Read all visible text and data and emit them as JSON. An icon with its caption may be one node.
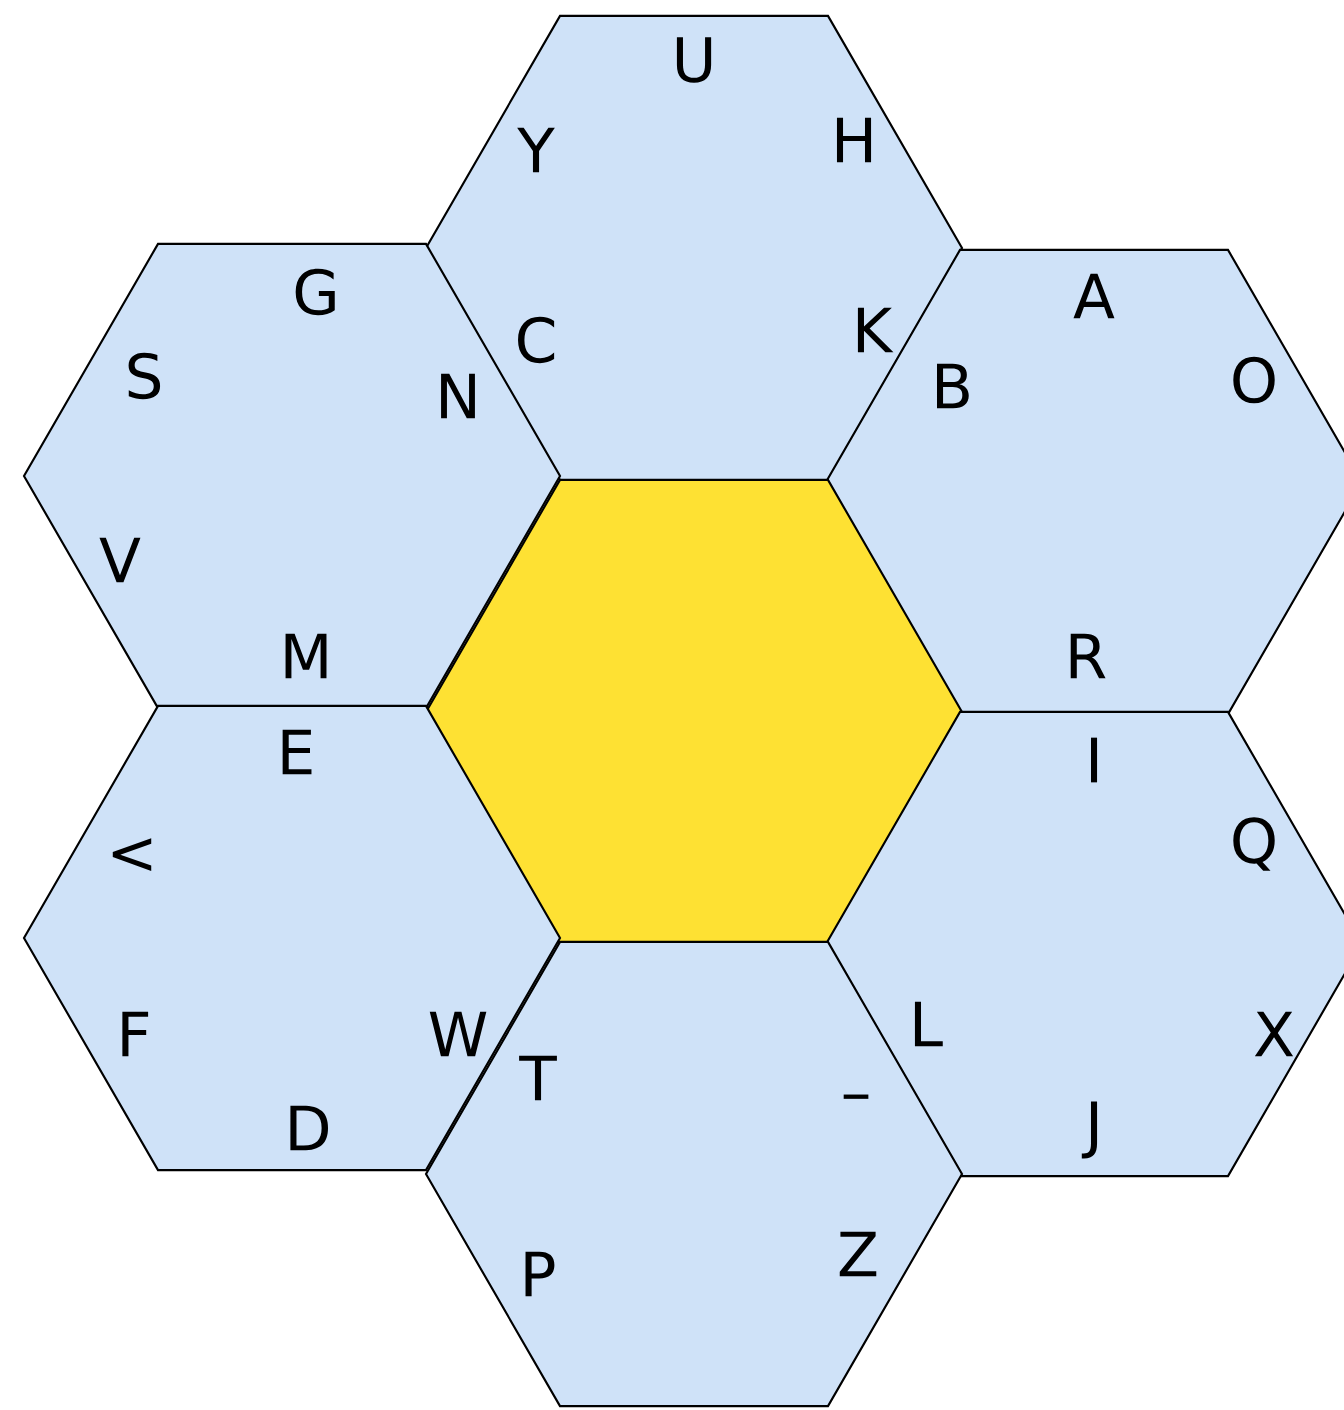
{
  "diagram": {
    "nodes": [
      {
        "text": [
          "U",
          "Y",
          "H",
          "C",
          "K"
        ]
      },
      {
        "text": [
          "G",
          "S",
          "N",
          "V",
          "M"
        ]
      },
      {
        "text": [
          "A",
          "O",
          "B",
          "R"
        ]
      },
      {
        "text": [],
        "shape": "hexagon"
      },
      {
        "text": [
          "E",
          "<",
          "F",
          "W",
          "D"
        ]
      },
      {
        "text": [
          "I",
          "Q",
          "L",
          "X",
          "J"
        ]
      },
      {
        "text": [
          "T",
          "–",
          "P",
          "Z"
        ]
      }
    ]
  }
}
